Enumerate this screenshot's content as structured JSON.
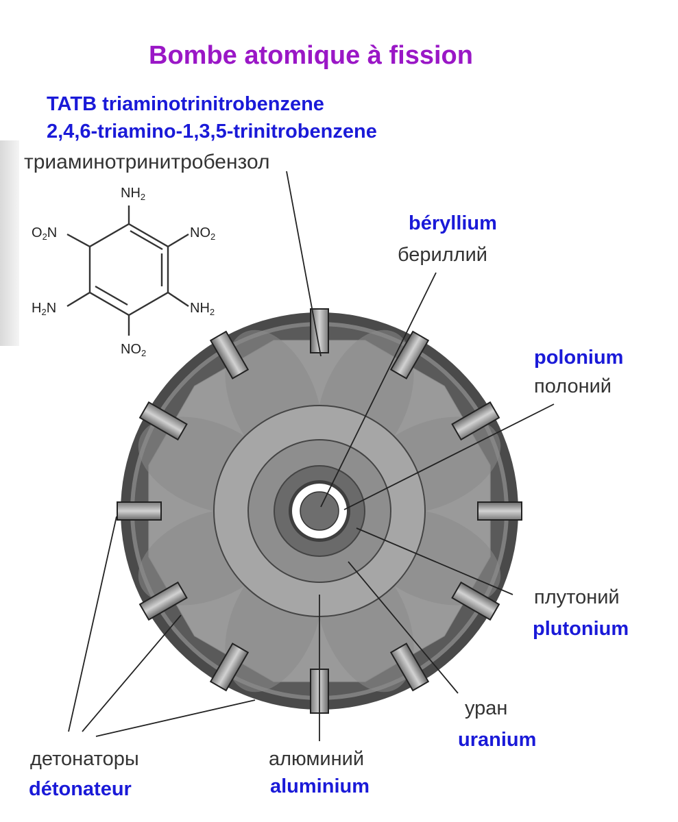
{
  "title": "Bombe atomique à fission",
  "header": {
    "line1": "TATB triaminotrinitrobenzene",
    "line2": "2,4,6-triamino-1,3,5-trinitrobenzene"
  },
  "structure": {
    "russian_name": "триаминотринитробензол",
    "groups": {
      "top": {
        "main": "NH",
        "sub": "2"
      },
      "upper_left": {
        "main": "O",
        "sub": "2",
        "tail": "N"
      },
      "upper_right": {
        "main": "NO",
        "sub": "2"
      },
      "lower_left": {
        "main": "H",
        "sub": "2",
        "tail": "N"
      },
      "lower_right": {
        "main": "NH",
        "sub": "2"
      },
      "bottom": {
        "main": "NO",
        "sub": "2"
      }
    }
  },
  "labels": {
    "beryllium": {
      "fr": "béryllium",
      "ru": "бериллий"
    },
    "polonium": {
      "fr": "polonium",
      "ru": "полоний"
    },
    "plutonium": {
      "fr": "plutonium",
      "ru": "плутоний"
    },
    "uranium": {
      "fr": "uranium",
      "ru": "уран"
    },
    "aluminium": {
      "fr": "aluminium",
      "ru": "алюминий"
    },
    "detonator": {
      "fr": "détonateur",
      "ru": "детонаторы"
    }
  },
  "colors": {
    "title": "#9a17c6",
    "french_label": "#1a1ad8",
    "russian_label": "#333333",
    "outer_casing": "#4a4a4a",
    "explosive_layer": "#9a9a9a",
    "lens_shading": "#8a8a8a",
    "aluminium_shell": "#a6a6a6",
    "uranium_shell": "#8e8e8e",
    "plutonium_core": "#6a6a6a",
    "polonium_ring": "#ffffff",
    "beryllium_center": "#6e6e6e"
  }
}
